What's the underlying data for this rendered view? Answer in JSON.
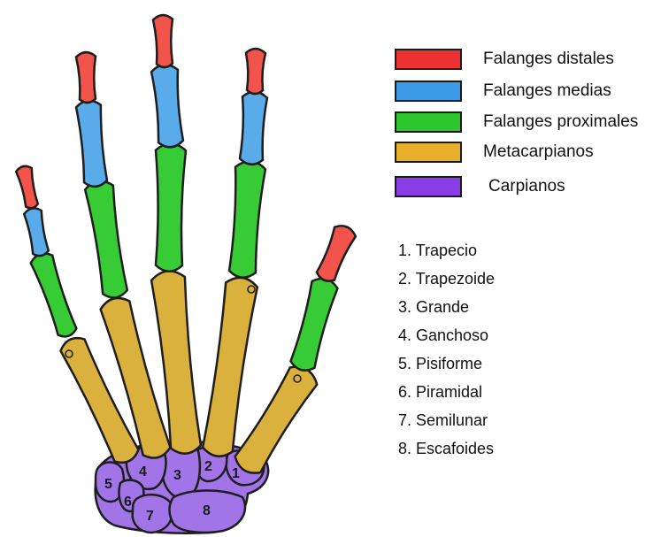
{
  "colors": {
    "distal": "#f2534a",
    "medial": "#5aabea",
    "proximal": "#37cc35",
    "metacarpal": "#dbb13e",
    "carpal": "#a175e8",
    "outline": "#1e1e1e"
  },
  "legend": [
    {
      "label": "Falanges distales",
      "color": "#ee3232"
    },
    {
      "label": "Falanges medias",
      "color": "#3c9ae8"
    },
    {
      "label": "Falanges proximales",
      "color": "#2ec62e"
    },
    {
      "label": "Metacarpianos",
      "color": "#e8b02a"
    },
    {
      "label": "Carpianos",
      "color": "#8a3de6"
    }
  ],
  "carpal_bones": [
    "1. Trapecio",
    "2. Trapezoide",
    "3. Grande",
    "4. Ganchoso",
    "5. Pisiforme",
    "6. Piramidal",
    "7. Semilunar",
    "8. Escafoides"
  ],
  "carpal_numbers": [
    "1",
    "2",
    "3",
    "4",
    "5",
    "6",
    "7",
    "8"
  ]
}
